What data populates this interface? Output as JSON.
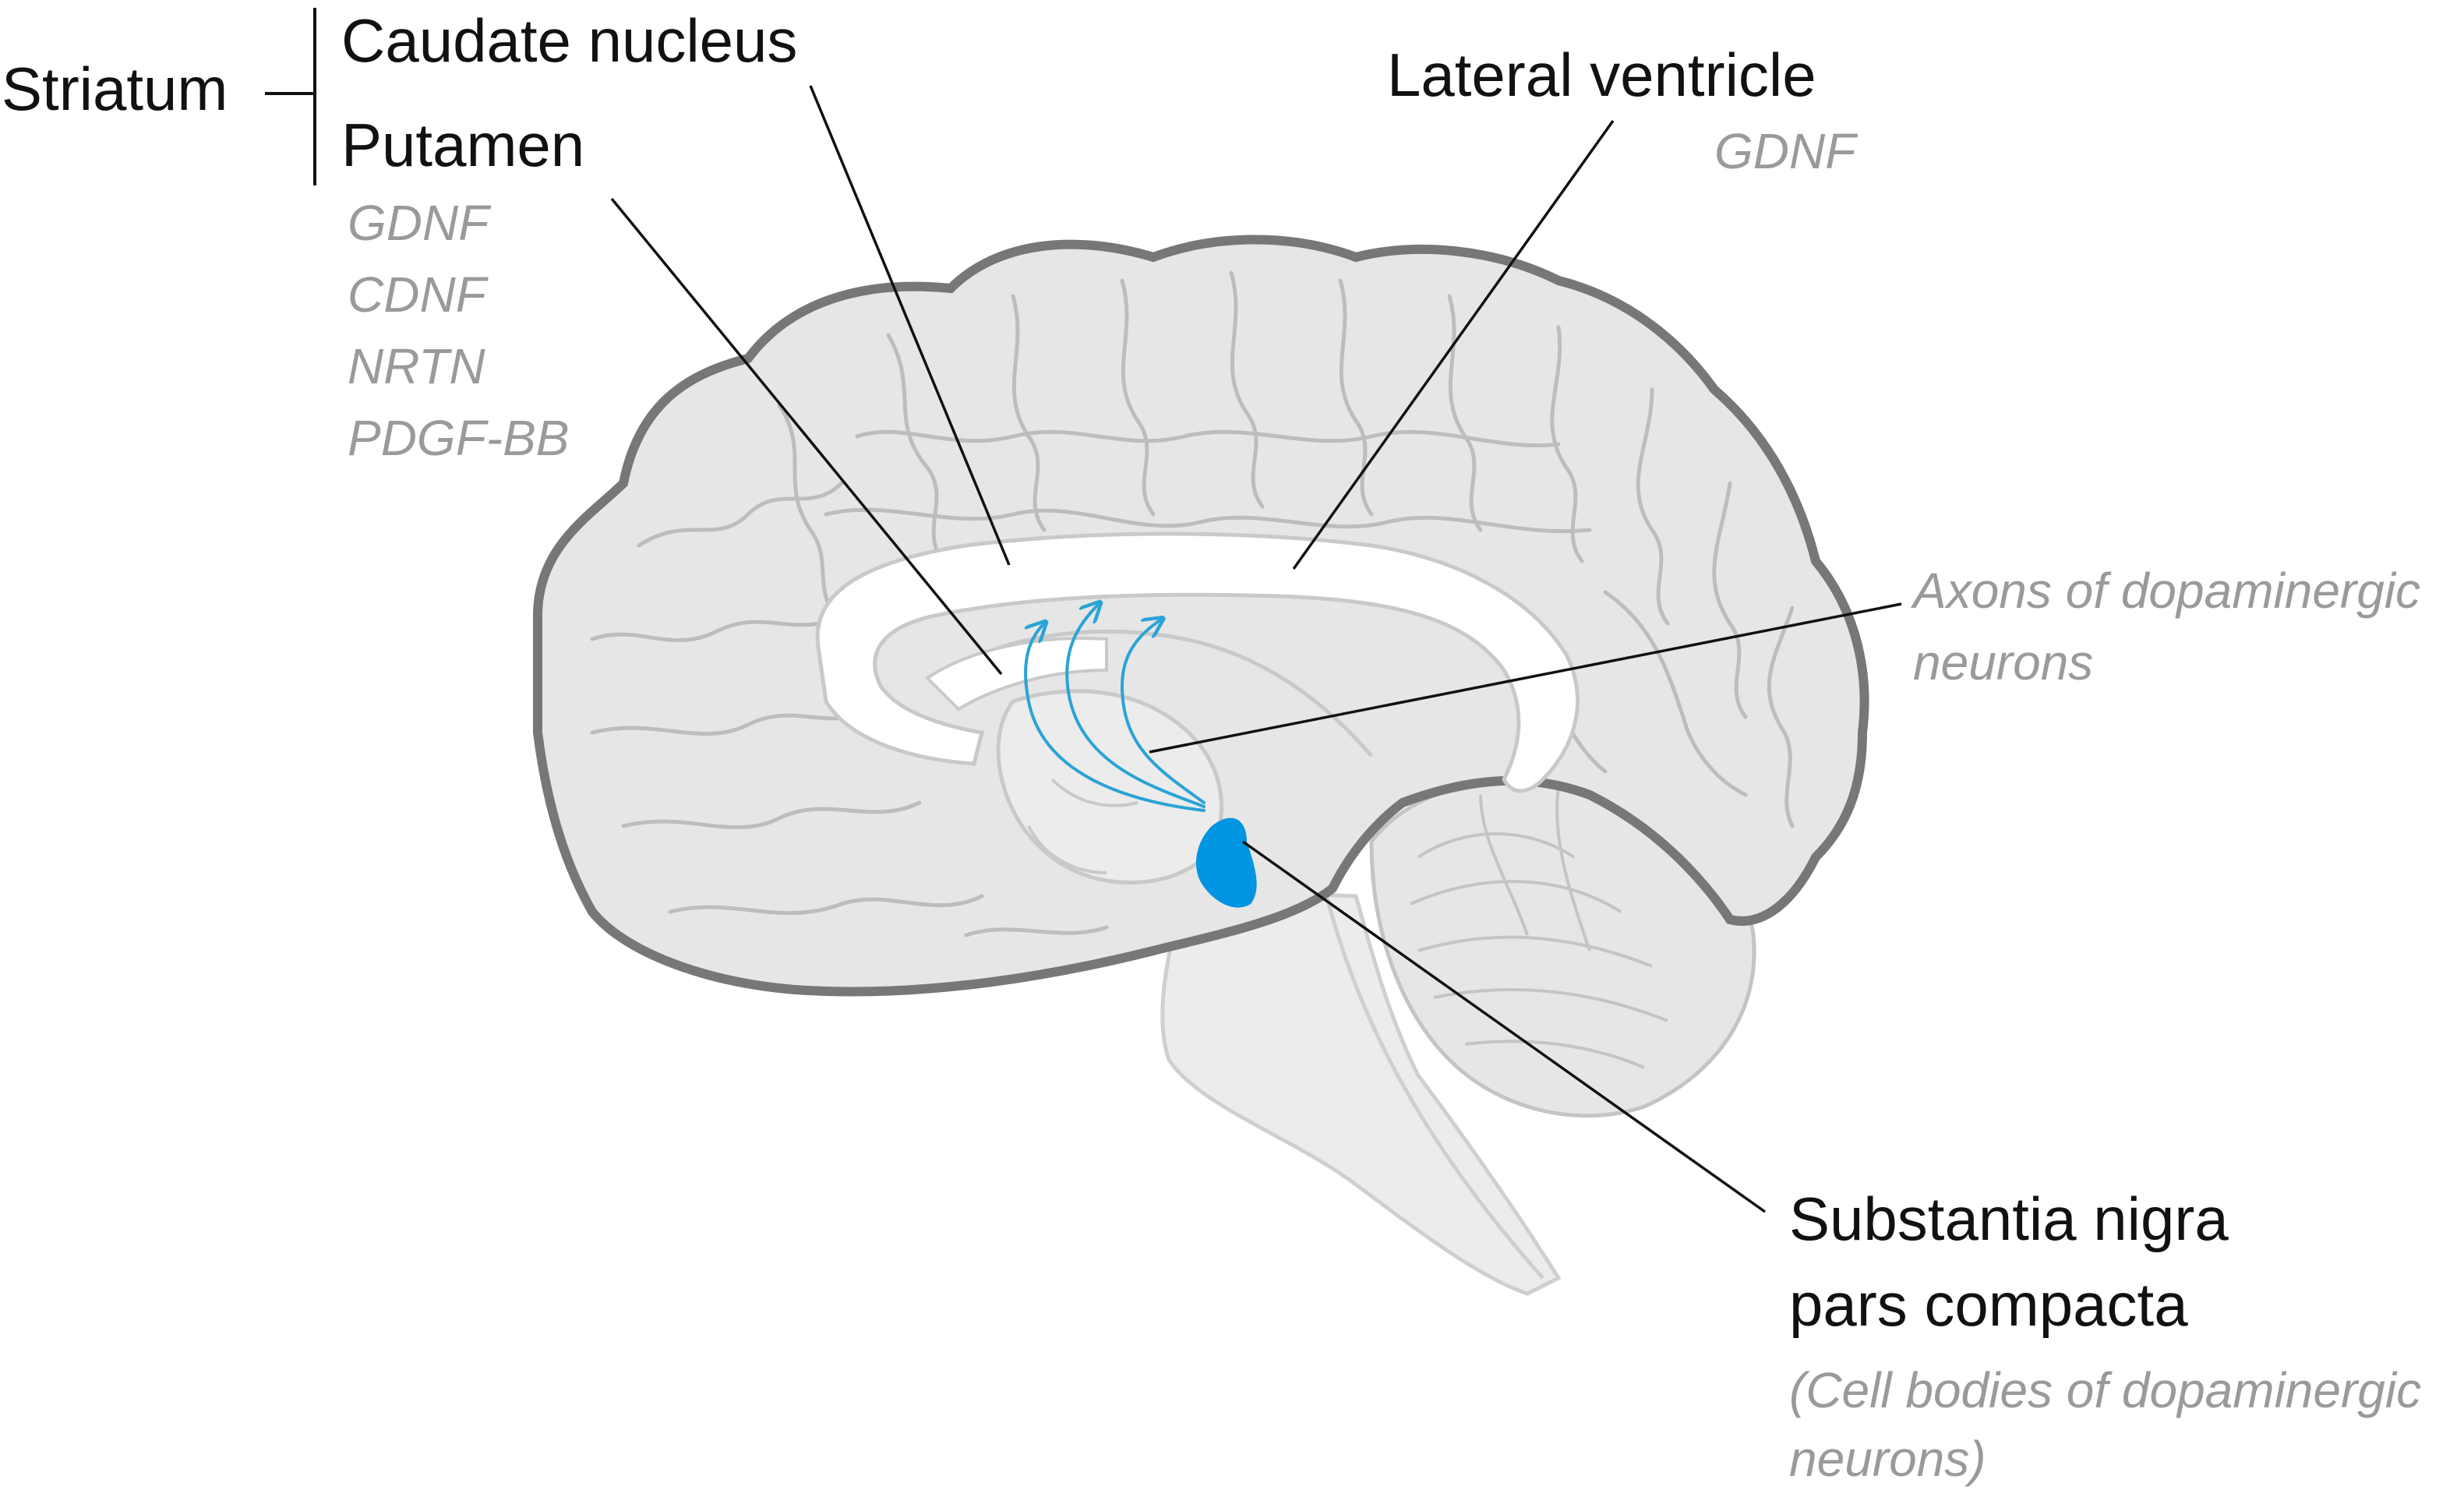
{
  "labels": {
    "striatum": "Striatum",
    "caudate": "Caudate nucleus",
    "putamen": "Putamen",
    "lateral_ventricle": "Lateral ventricle",
    "ventricle_factors": [
      "GDNF"
    ],
    "putamen_factors": [
      "GDNF",
      "CDNF",
      "NRTN",
      "PDGF-BB"
    ],
    "axons_line1": "Axons of dopaminergic",
    "axons_line2": "neurons",
    "sn_line1": "Substantia nigra",
    "sn_line2": "pars compacta",
    "sn_note_line1": "(Cell bodies of dopaminergic",
    "sn_note_line2": "neurons)"
  },
  "colors": {
    "brain_fill": "#e6e6e6",
    "brain_outline": "#777777",
    "gyri": "#bdbdbd",
    "ventricle": "#ffffff",
    "substantia_nigra": "#0095e0",
    "axon": "#2aa3d6",
    "leader_line": "#111111"
  }
}
